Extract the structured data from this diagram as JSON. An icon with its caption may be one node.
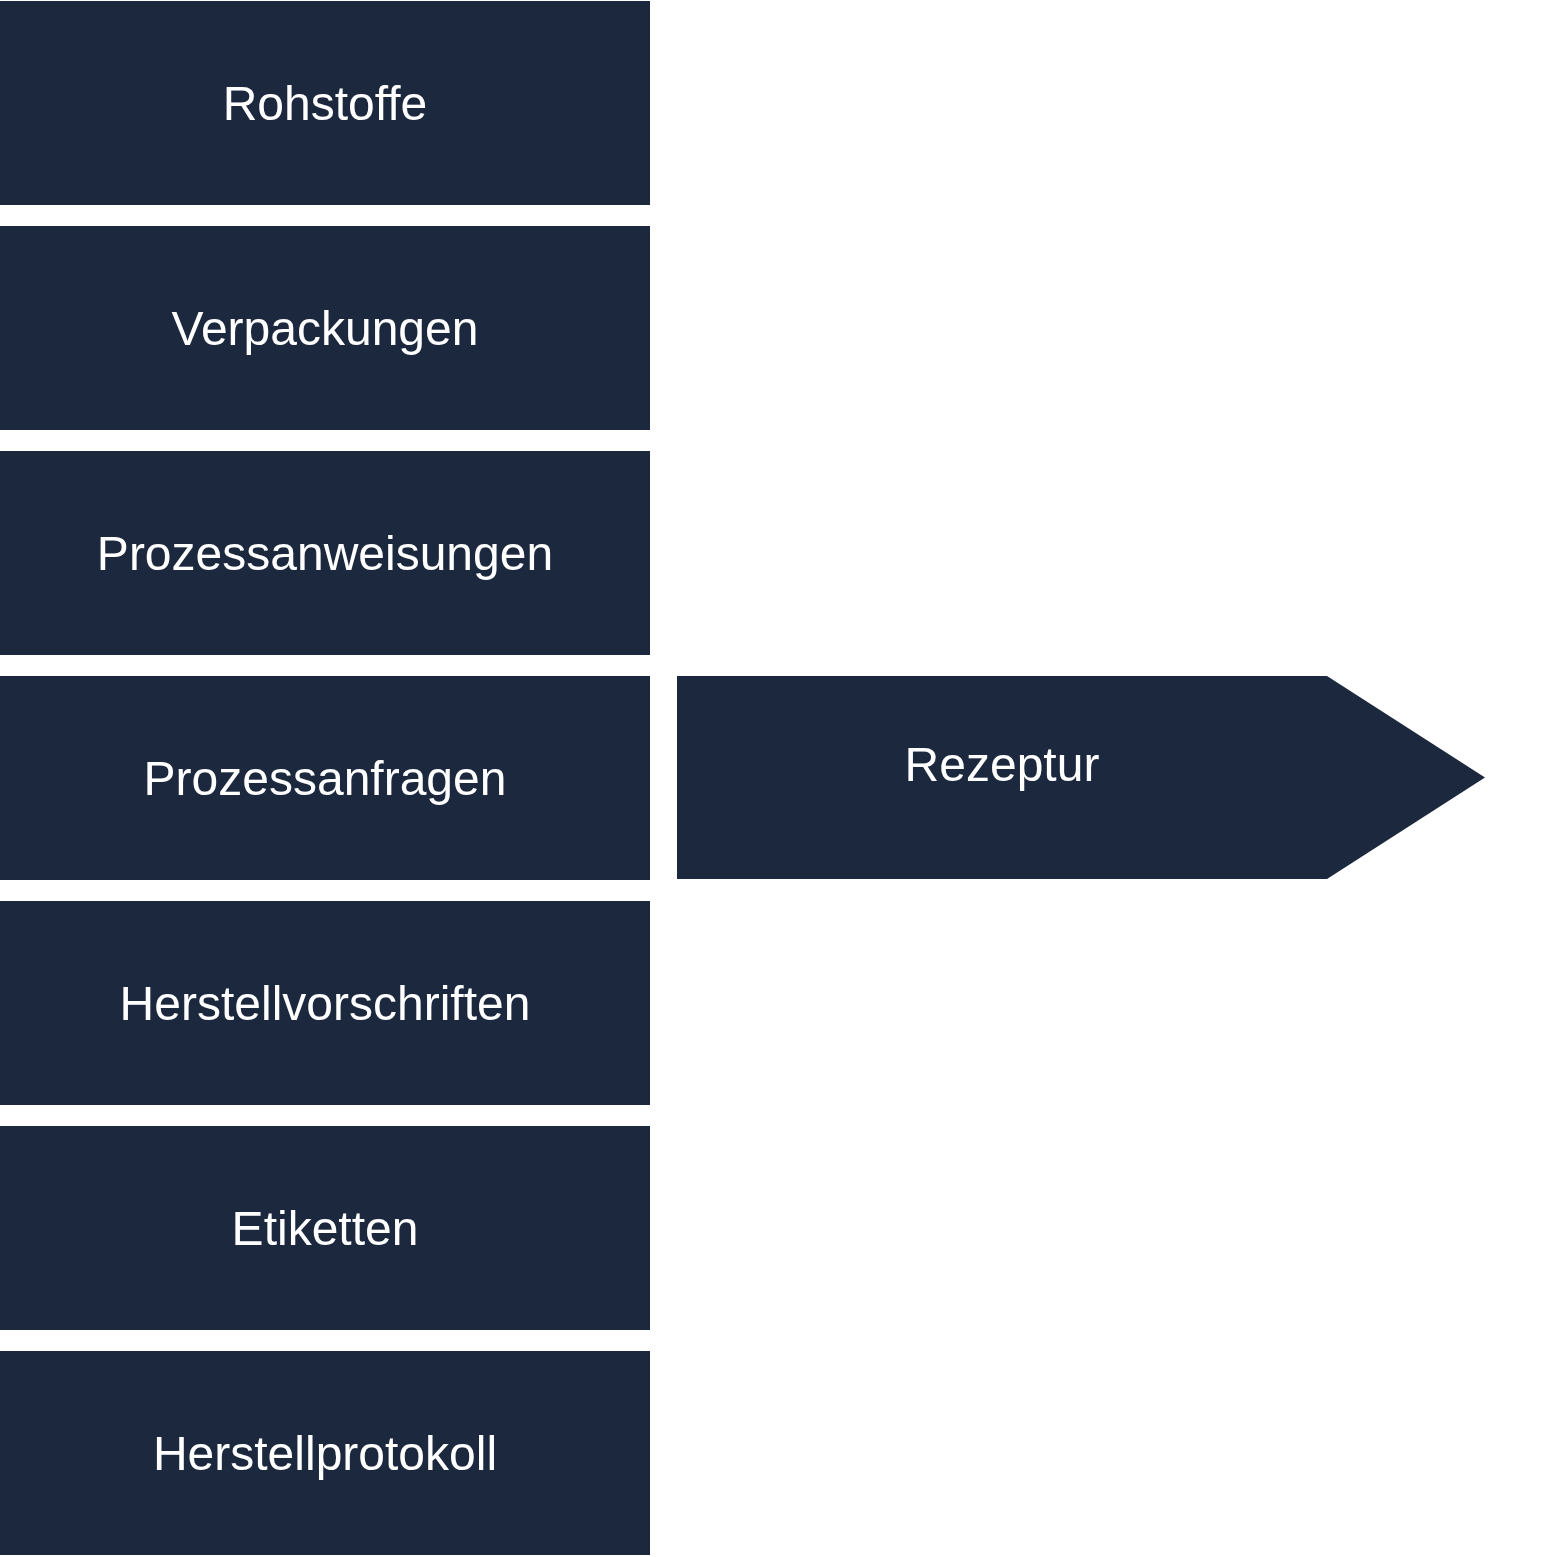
{
  "diagram": {
    "nodes": [
      {
        "text": [
          "Rohstoffe"
        ]
      },
      {
        "text": [
          "Verpackungen"
        ]
      },
      {
        "text": [
          "Prozessanweisungen"
        ]
      },
      {
        "text": [
          "Prozessanfragen"
        ]
      },
      {
        "text": [
          "Herstellvorschriften"
        ]
      },
      {
        "text": [
          "Etiketten"
        ]
      },
      {
        "text": [
          "Herstellprotokoll"
        ]
      },
      {
        "text": [
          "Rezeptur"
        ]
      }
    ]
  }
}
